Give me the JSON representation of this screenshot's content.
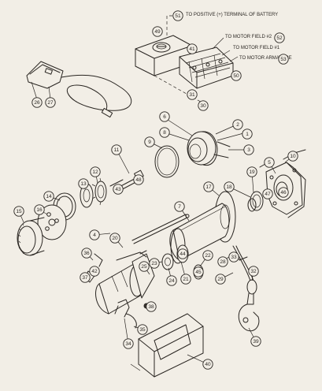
{
  "notes": {
    "battery_positive": "TO POSITIVE (+) TERMINAL OF BATTERY",
    "motor_field_2": "TO MOTOR FIELD #2",
    "motor_field_1": "TO MOTOR FIELD #1",
    "motor_armature": "TO MOTOR ARMATURE"
  },
  "callouts": [
    "1",
    "2",
    "3",
    "4",
    "5",
    "6",
    "7",
    "8",
    "9",
    "10",
    "11",
    "12",
    "13",
    "14",
    "15",
    "16",
    "17",
    "18",
    "19",
    "20",
    "21",
    "22",
    "23",
    "24",
    "25",
    "26",
    "27",
    "28",
    "29",
    "30",
    "31",
    "32",
    "33",
    "34",
    "35",
    "36",
    "37",
    "38",
    "39",
    "40",
    "41",
    "42",
    "43",
    "44",
    "45",
    "46",
    "47",
    "48",
    "49",
    "50",
    "51",
    "52",
    "53"
  ]
}
